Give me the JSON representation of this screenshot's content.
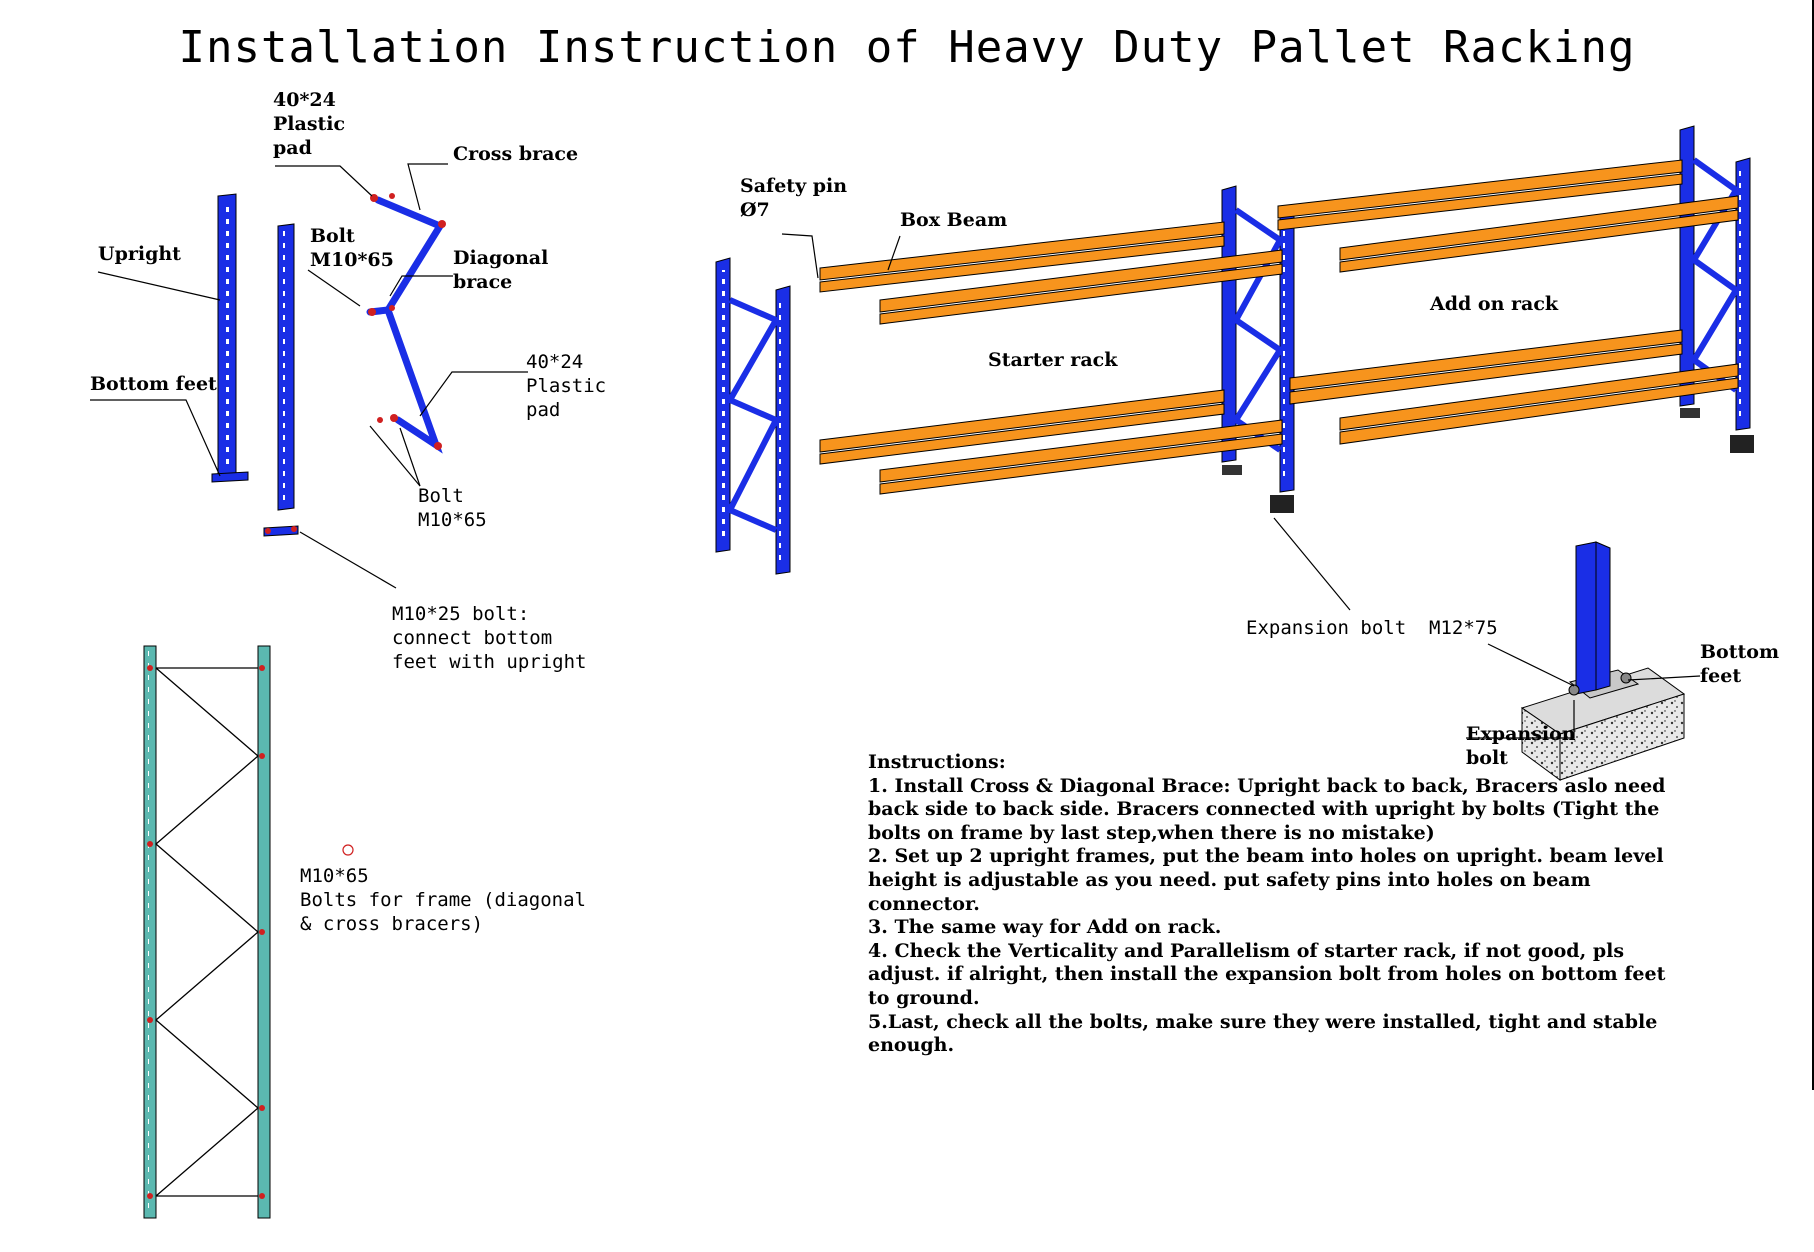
{
  "title": "Installation Instruction of Heavy Duty Pallet Racking",
  "labels": {
    "plastic_pad_top": "40*24\nPlastic\npad",
    "cross_brace": "Cross brace",
    "upright": "Upright",
    "bolt_top": "Bolt\nM10*65",
    "diagonal_brace": "Diagonal\nbrace",
    "bottom_feet_left": "Bottom feet",
    "plastic_pad_mid": "40*24\nPlastic\npad",
    "bolt_mid": "Bolt\nM10*65",
    "m10_25_bolt": "M10*25 bolt:\nconnect bottom\nfeet with upright",
    "safety_pin": "Safety pin\nØ7",
    "box_beam": "Box Beam",
    "starter_rack": "Starter rack",
    "add_on_rack": "Add on rack",
    "expansion_bolt_m12": "Expansion bolt  M12*75",
    "bottom_feet_right": "Bottom\nfeet",
    "expansion_bolt": "Expansion\nbolt",
    "frame_bolts": "M10*65\nBolts for frame (diagonal\n& cross bracers)"
  },
  "instructions": {
    "heading": "Instructions:",
    "steps": [
      "1.  Install Cross & Diagonal Brace: Upright back to back, Bracers aslo need back side to back side. Bracers connected with upright by bolts (Tight the bolts on frame by last step,when there is no mistake)",
      "2.  Set up 2 upright frames, put the beam into holes on upright. beam level height is adjustable as you need. put safety pins into holes on beam connector.",
      "3.  The same way for Add on rack.",
      "4.  Check the Verticality and Parallelism of starter rack, if not good, pls adjust. if alright, then install the expansion bolt from holes on bottom feet to ground.",
      "5.Last, check all the bolts, make sure they were installed, tight and stable enough."
    ]
  },
  "colors": {
    "upright_blue": "#1a2ee6",
    "beam_orange": "#f7941d",
    "frame_teal": "#5bb8b0",
    "bolt_red": "#d02020"
  }
}
